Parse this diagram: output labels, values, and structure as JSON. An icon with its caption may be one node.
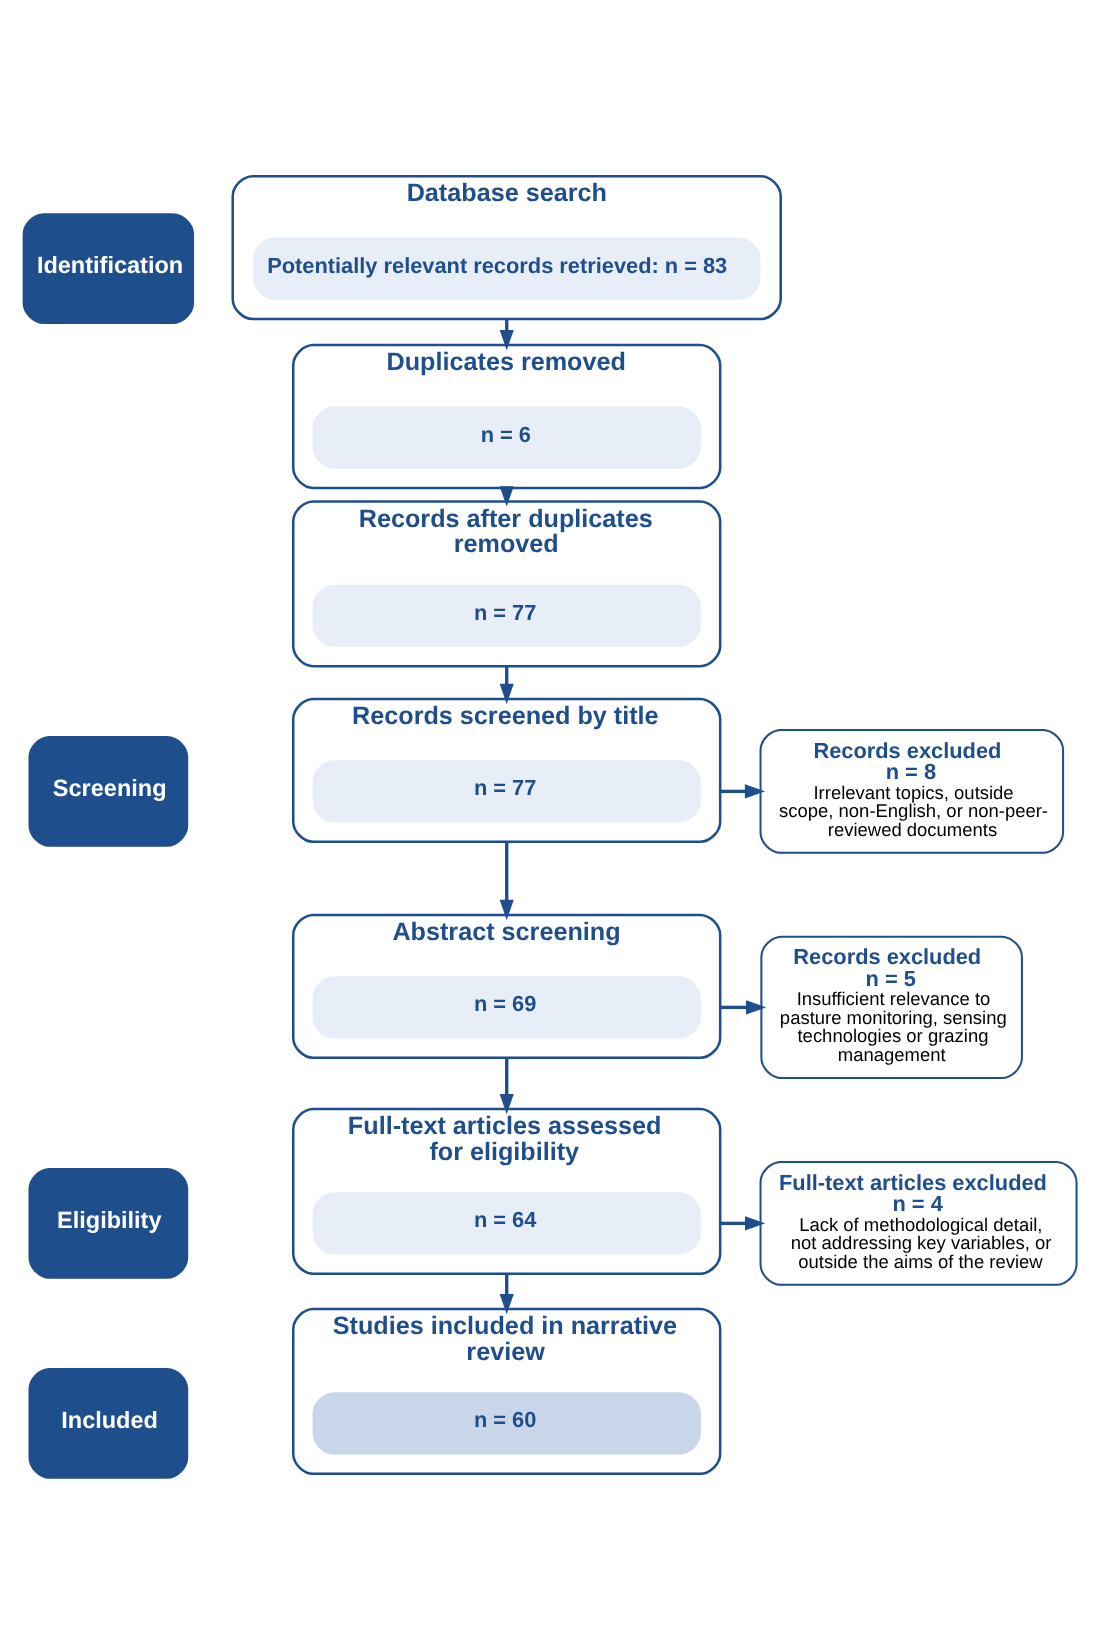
{
  "diagram": {
    "nodes": [
      {
        "text": [
          "Identification"
        ]
      },
      {
        "text": [
          "Database search"
        ]
      },
      {
        "text": [
          "Potentially relevant records retrieved: n = 83"
        ],
        "in": 1
      },
      {
        "text": [
          "Duplicates removed"
        ]
      },
      {
        "text": [
          "n = 6"
        ],
        "in": 3
      },
      {
        "text": [
          "Screening"
        ]
      },
      {
        "text": [
          "Records after duplicates removed"
        ]
      },
      {
        "text": [
          "n = 77"
        ],
        "in": 6
      },
      {
        "text": [
          "Records screened by title"
        ]
      },
      {
        "text": [
          "n = 77"
        ],
        "in": 8
      },
      {
        "text": [
          "Records excluded",
          "n = 8",
          "Irrelevant topics, outside scope, non-English, or non-peer-reviewed documents"
        ]
      },
      {
        "text": [
          "Abstract screening"
        ]
      },
      {
        "text": [
          "n = 69"
        ],
        "in": 11
      },
      {
        "text": [
          "Records excluded",
          "n = 5",
          "Insufficient relevance to pasture monitoring, sensing technologies or grazing management"
        ]
      },
      {
        "text": [
          "Eligibility"
        ]
      },
      {
        "text": [
          "Full-text articles assessed for eligibility"
        ]
      },
      {
        "text": [
          "n = 64"
        ],
        "in": 15
      },
      {
        "text": [
          "Full-text articles excluded",
          "n = 4",
          "Lack of methodological detail, not addressing key variables, or outside the aims of the review"
        ]
      },
      {
        "text": [
          "Included"
        ]
      },
      {
        "text": [
          "Studies included in narrative review"
        ]
      },
      {
        "text": [
          "n = 60"
        ],
        "in": 19
      }
    ],
    "edges": [
      {
        "from": 1,
        "to": 3,
        "arrow": "to"
      },
      {
        "from": 3,
        "to": 6,
        "arrow": "to"
      },
      {
        "from": 6,
        "to": 8,
        "arrow": "to"
      },
      {
        "from": 8,
        "to": 10,
        "arrow": "to"
      },
      {
        "from": 8,
        "to": 11,
        "arrow": "to"
      },
      {
        "from": 11,
        "to": 13,
        "arrow": "to"
      },
      {
        "from": 11,
        "to": 15,
        "arrow": "to"
      },
      {
        "from": 15,
        "to": 17,
        "arrow": "to"
      },
      {
        "from": 15,
        "to": 19,
        "arrow": "to"
      }
    ]
  }
}
